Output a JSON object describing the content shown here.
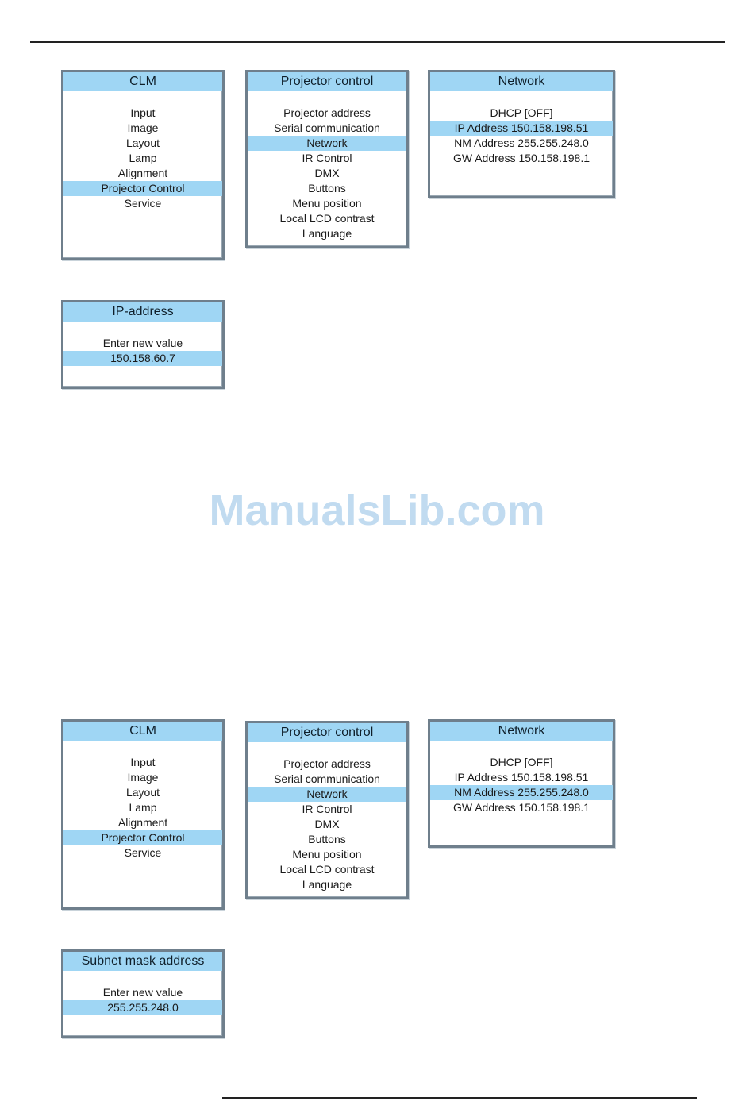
{
  "watermark": "ManualsLib.com",
  "figure1": {
    "clm": {
      "title": "CLM",
      "items": [
        "Input",
        "Image",
        "Layout",
        "Lamp",
        "Alignment",
        "Projector Control",
        "Service"
      ],
      "selected": "Projector Control"
    },
    "projector_control": {
      "title": "Projector control",
      "items": [
        "Projector address",
        "Serial communication",
        "Network",
        "IR Control",
        "DMX",
        "Buttons",
        "Menu position",
        "Local LCD contrast",
        "Language"
      ],
      "selected": "Network"
    },
    "network": {
      "title": "Network",
      "items": [
        "DHCP [OFF]",
        "IP Address 150.158.198.51",
        "NM Address 255.255.248.0",
        "GW Address 150.158.198.1"
      ],
      "selected": "IP Address 150.158.198.51"
    },
    "entry": {
      "title": "IP-address",
      "prompt": "Enter new value",
      "value": "150.158.60.7"
    }
  },
  "figure2": {
    "clm": {
      "title": "CLM",
      "items": [
        "Input",
        "Image",
        "Layout",
        "Lamp",
        "Alignment",
        "Projector Control",
        "Service"
      ],
      "selected": "Projector Control"
    },
    "projector_control": {
      "title": "Projector control",
      "items": [
        "Projector address",
        "Serial communication",
        "Network",
        "IR Control",
        "DMX",
        "Buttons",
        "Menu position",
        "Local LCD contrast",
        "Language"
      ],
      "selected": "Network"
    },
    "network": {
      "title": "Network",
      "items": [
        "DHCP [OFF]",
        "IP Address 150.158.198.51",
        "NM Address 255.255.248.0",
        "GW Address 150.158.198.1"
      ],
      "selected": "NM Address 255.255.248.0"
    },
    "entry": {
      "title": "Subnet mask address",
      "prompt": "Enter new value",
      "value": "255.255.248.0"
    }
  }
}
